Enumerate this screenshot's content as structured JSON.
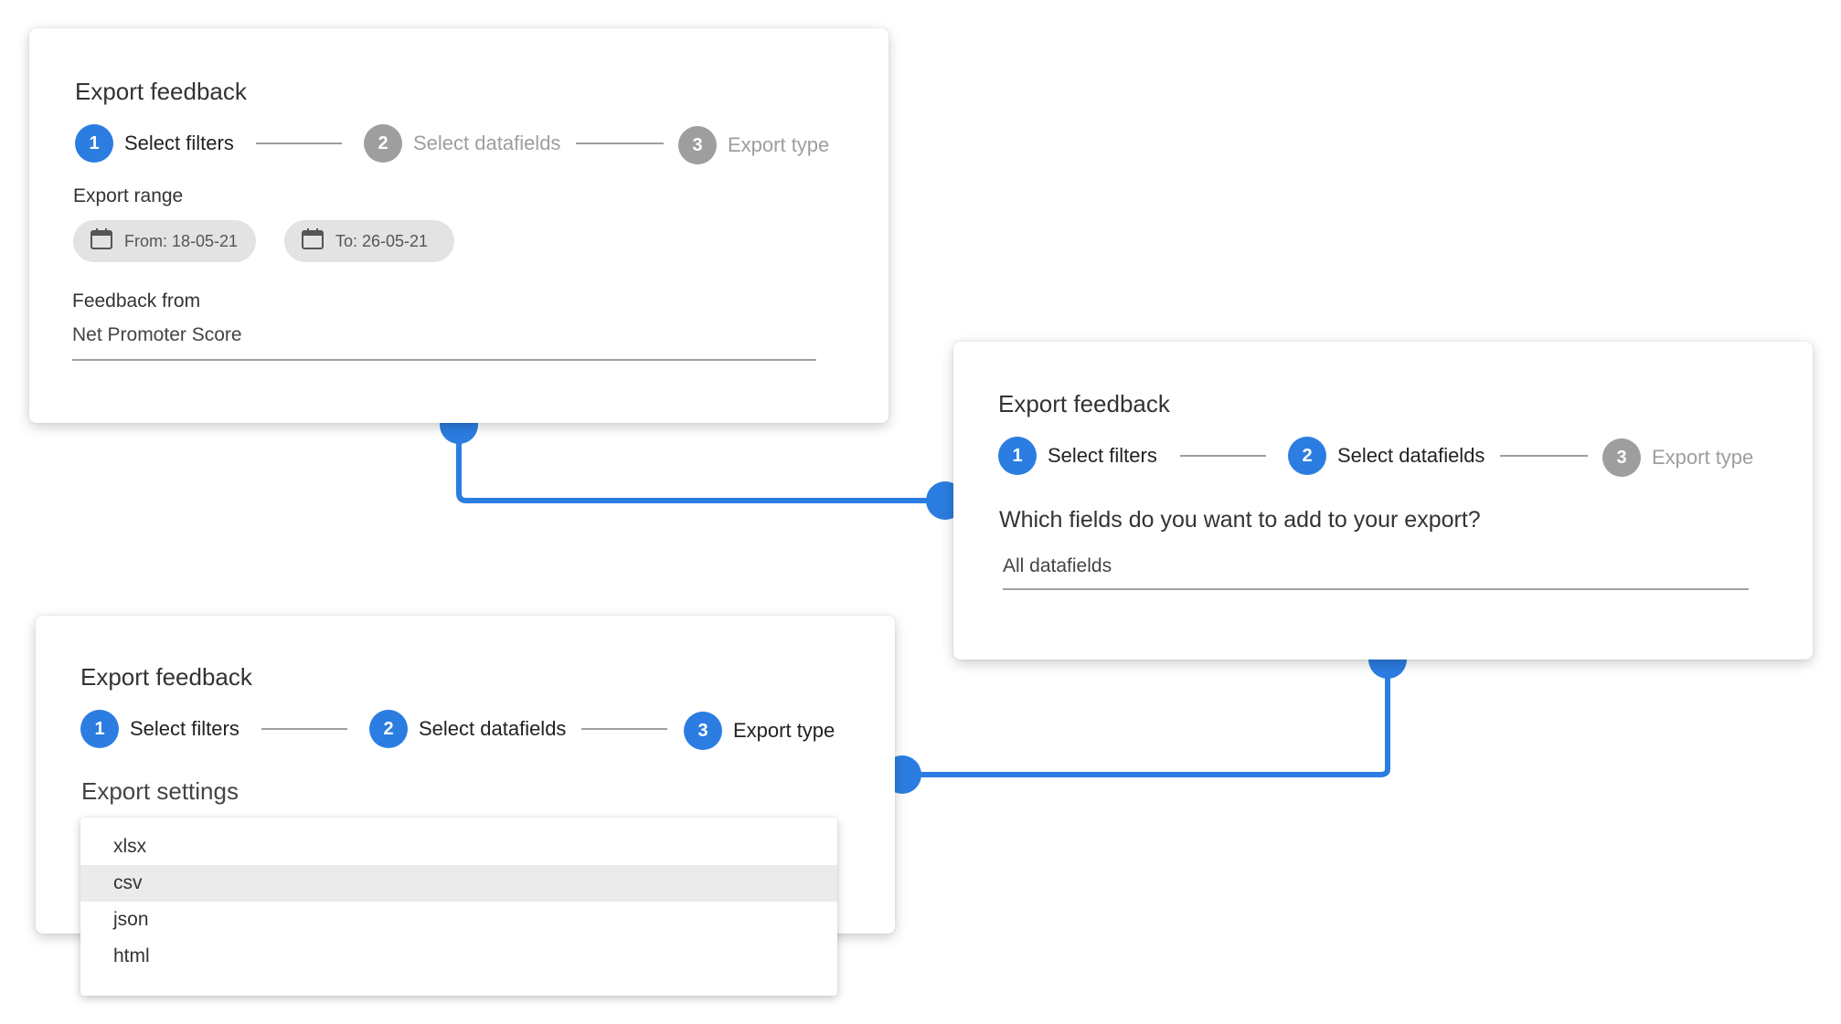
{
  "theme": {
    "accent": "#2b7de1",
    "inactive": "#9e9e9e"
  },
  "card1": {
    "title": "Export feedback",
    "steps": [
      {
        "number": "1",
        "label": "Select filters",
        "state": "active"
      },
      {
        "number": "2",
        "label": "Select datafields",
        "state": "inactive"
      },
      {
        "number": "3",
        "label": "Export type",
        "state": "inactive"
      }
    ],
    "export_range_label": "Export range",
    "from_chip": "From: 18-05-21",
    "to_chip": "To: 26-05-21",
    "feedback_from_label": "Feedback from",
    "feedback_from_value": "Net Promoter Score"
  },
  "card2": {
    "title": "Export feedback",
    "steps": [
      {
        "number": "1",
        "label": "Select filters",
        "state": "active"
      },
      {
        "number": "2",
        "label": "Select datafields",
        "state": "active"
      },
      {
        "number": "3",
        "label": "Export type",
        "state": "inactive"
      }
    ],
    "question": "Which fields do you want to add to your export?",
    "fields_value": "All datafields"
  },
  "card3": {
    "title": "Export feedback",
    "steps": [
      {
        "number": "1",
        "label": "Select filters",
        "state": "active"
      },
      {
        "number": "2",
        "label": "Select datafields",
        "state": "active"
      },
      {
        "number": "3",
        "label": "Export type",
        "state": "active"
      }
    ],
    "settings_label": "Export settings",
    "options": [
      "xlsx",
      "csv",
      "json",
      "html"
    ],
    "selected_option": "csv"
  }
}
